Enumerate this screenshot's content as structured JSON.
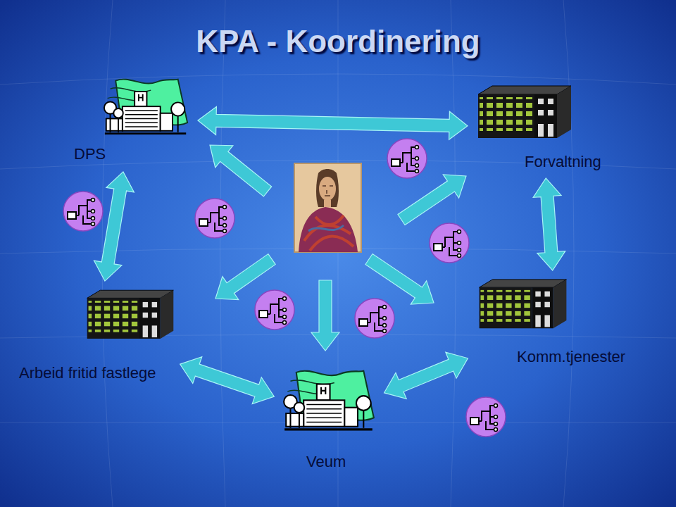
{
  "diagram": {
    "title": "KPA - Koordinering",
    "nodes": [
      {
        "text": [
          "DPS"
        ]
      },
      {
        "text": [
          "Forvaltning"
        ]
      },
      {
        "text": [
          "Arbeid fritid fastlege"
        ]
      },
      {
        "text": [
          "Komm.tjenester"
        ]
      },
      {
        "text": [
          "Veum"
        ]
      }
    ],
    "edges": [
      {
        "from": 0,
        "to": 1,
        "arrow": "both"
      },
      {
        "from": 0,
        "to": 2,
        "arrow": "both"
      },
      {
        "from": 1,
        "to": 3,
        "arrow": "both"
      },
      {
        "from": 2,
        "to": 4,
        "arrow": "both"
      },
      {
        "from": 4,
        "to": 3,
        "arrow": "both"
      }
    ]
  }
}
